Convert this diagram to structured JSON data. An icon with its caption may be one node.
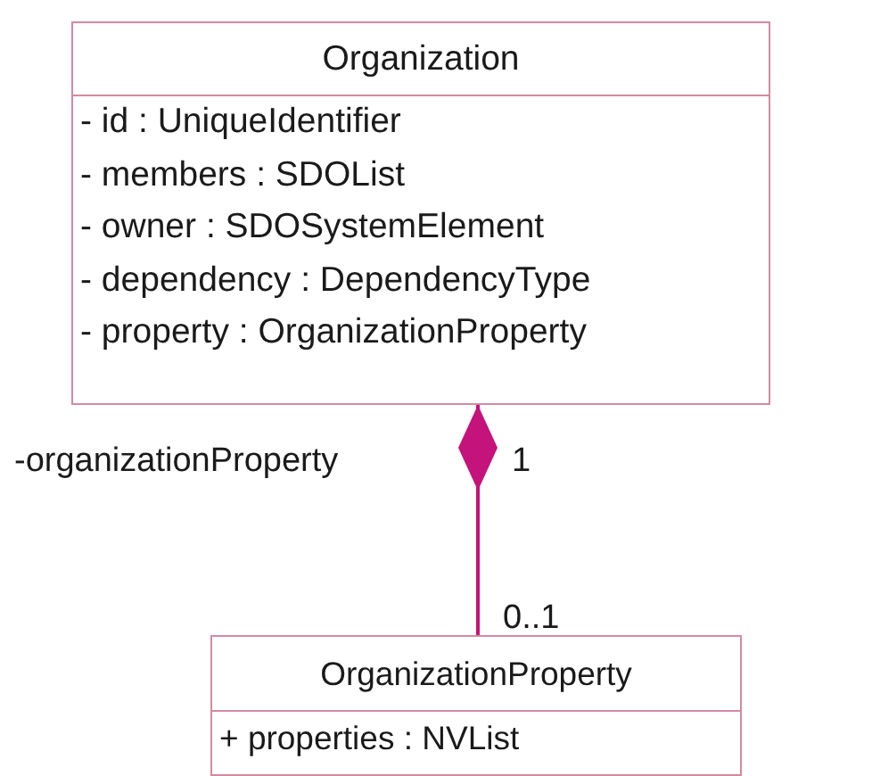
{
  "diagram": {
    "nodes": [
      {
        "text": [
          "Organization",
          "- id : UniqueIdentifier",
          "- members : SDOList",
          "- owner : SDOSystemElement",
          "- dependency : DependencyType",
          "- property : OrganizationProperty"
        ]
      },
      {
        "text": [
          "OrganizationProperty",
          "+ properties : NVList"
        ]
      }
    ],
    "edges": [
      {
        "from": 1,
        "to": 0,
        "arrow": "other"
      }
    ],
    "labels": [
      "-organizationProperty",
      "1",
      "0..1"
    ]
  }
}
